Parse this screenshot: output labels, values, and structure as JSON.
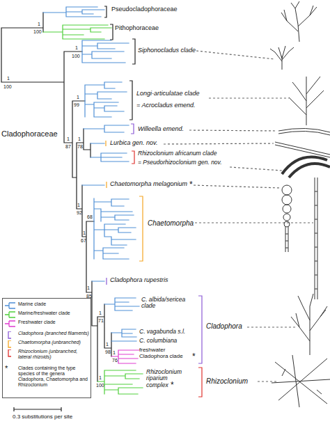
{
  "diagram": {
    "labels": [
      "Pseudocladophoraceae",
      "Pithophoraceae",
      "Siphonocladus clade",
      "Longi-articulatae clade",
      "= Acrocladus emend.",
      "Willeella emend.",
      "Lurbica gen. nov.",
      "Rhizoclonium africanum clade",
      "= Pseudorhizoclonium gen. nov.",
      "Chaetomorpha melagonium",
      "*",
      "Chaetomorpha",
      "Cladophora rupestris",
      "C. albida/sericea clade",
      "C. vagabunda s.l.",
      "C. columbiana",
      "freshwater Cladophora clade",
      "*",
      "Cladophora",
      "Rhizoclonium riparium complex",
      "*",
      "Rhizoclonium",
      "Cladophoraceae",
      "0.3 substitutions per site",
      "*",
      "1",
      "100",
      "1",
      "100",
      "1",
      "100",
      "1",
      "87",
      "1",
      "99",
      "1",
      "78",
      "1",
      "92",
      "1",
      "67",
      "68",
      "1",
      "85",
      "1",
      "71",
      "1",
      "98",
      "1",
      "76",
      "1",
      "100"
    ],
    "legend": [
      {
        "text": "Marine clade",
        "color": "#4f8fd6"
      },
      {
        "text": "Marine/freshwater clade",
        "color": "#4fcf3a"
      },
      {
        "text": "Freshwater clade",
        "color": "#e03ad0"
      },
      {
        "text": "Cladophora (branched filaments)",
        "color": "#8c5ad6"
      },
      {
        "text": "Chaetomorpha (unbranched)",
        "color": "#f5a623"
      },
      {
        "text": "Rhizoclonium (unbranched, lateral rhizoids)",
        "color": "#e0322e"
      },
      {
        "text": "Clades containing the type species of the genera Cladophora, Chaetomorpha and Rhizoclonium"
      }
    ]
  }
}
